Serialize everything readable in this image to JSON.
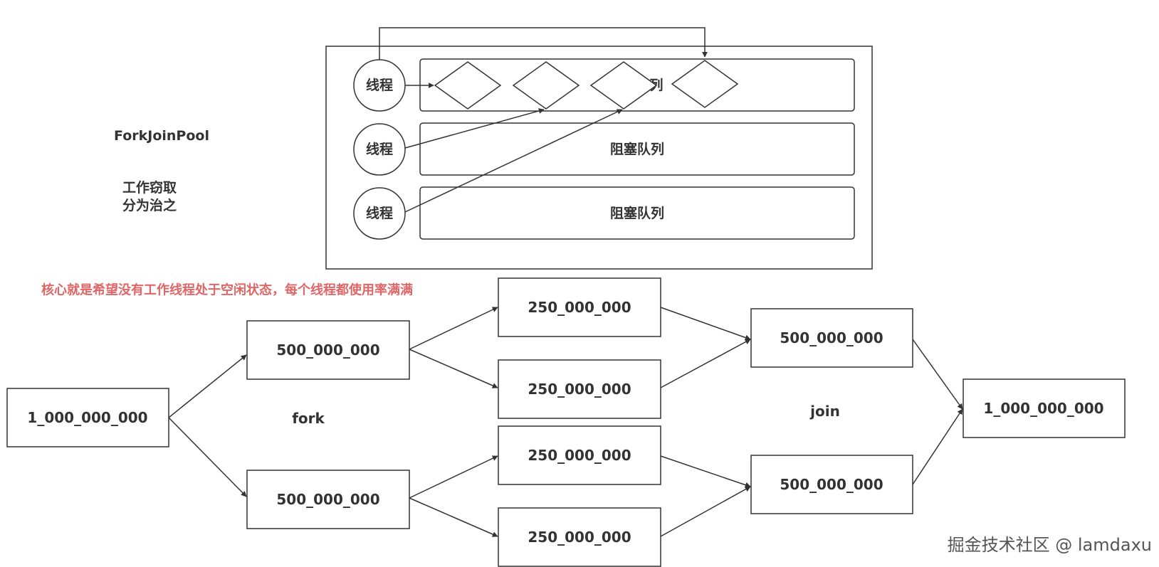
{
  "pool_label": "ForkJoinPool",
  "pool_notes": [
    "工作窃取",
    "分为治之"
  ],
  "threads": [
    {
      "label": "线程",
      "queue_label": "列"
    },
    {
      "label": "线程",
      "queue_label": "阻塞队列"
    },
    {
      "label": "线程",
      "queue_label": "阻塞队列"
    }
  ],
  "highlight_note": "核心就是希望没有工作线程处于空闲状态，每个线程都使用率满满",
  "fork_label": "fork",
  "join_label": "join",
  "tasks": {
    "root": "1_000_000_000",
    "fork_top": "500_000_000",
    "fork_bottom": "500_000_000",
    "leaf_1": "250_000_000",
    "leaf_2": "250_000_000",
    "leaf_3": "250_000_000",
    "leaf_4": "250_000_000",
    "join_top": "500_000_000",
    "join_bottom": "500_000_000",
    "result": "1_000_000_000"
  },
  "watermark": "掘金技术社区 @ lamdaxu",
  "colors": {
    "stroke": "#333333",
    "highlight": "#e06666",
    "watermark": "#555555"
  }
}
